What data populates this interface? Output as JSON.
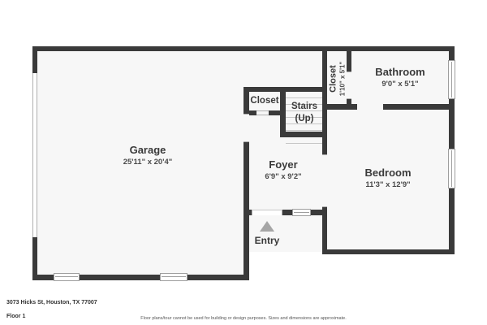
{
  "colors": {
    "wall": "#3a3a3a",
    "floor": "#f7f7f7",
    "window_border": "#9e9e9e",
    "entry_arrow": "#a6a6a6",
    "text": "#3a3a3a",
    "muted": "#555555"
  },
  "rooms": {
    "garage": {
      "name": "Garage",
      "dims": "25'11\" x 20'4\""
    },
    "foyer": {
      "name": "Foyer",
      "dims": "6'9\" x 9'2\""
    },
    "bedroom": {
      "name": "Bedroom",
      "dims": "11'3\" x 12'9\""
    },
    "bathroom": {
      "name": "Bathroom",
      "dims": "9'0\" x 5'1\""
    },
    "closet_hall": {
      "name": "Closet"
    },
    "closet_top": {
      "name": "Closet",
      "dims": "1'10\" x 5'1\""
    },
    "stairs": {
      "name": "Stairs",
      "direction": "(Up)"
    },
    "entry": {
      "name": "Entry"
    }
  },
  "footer": {
    "address": "3073 Hicks St, Houston, TX 77007",
    "floor": "Floor 1",
    "disclaimer": "Floor plans/tour cannot be used for building or design purposes. Sizes and dimensions are approximate."
  }
}
